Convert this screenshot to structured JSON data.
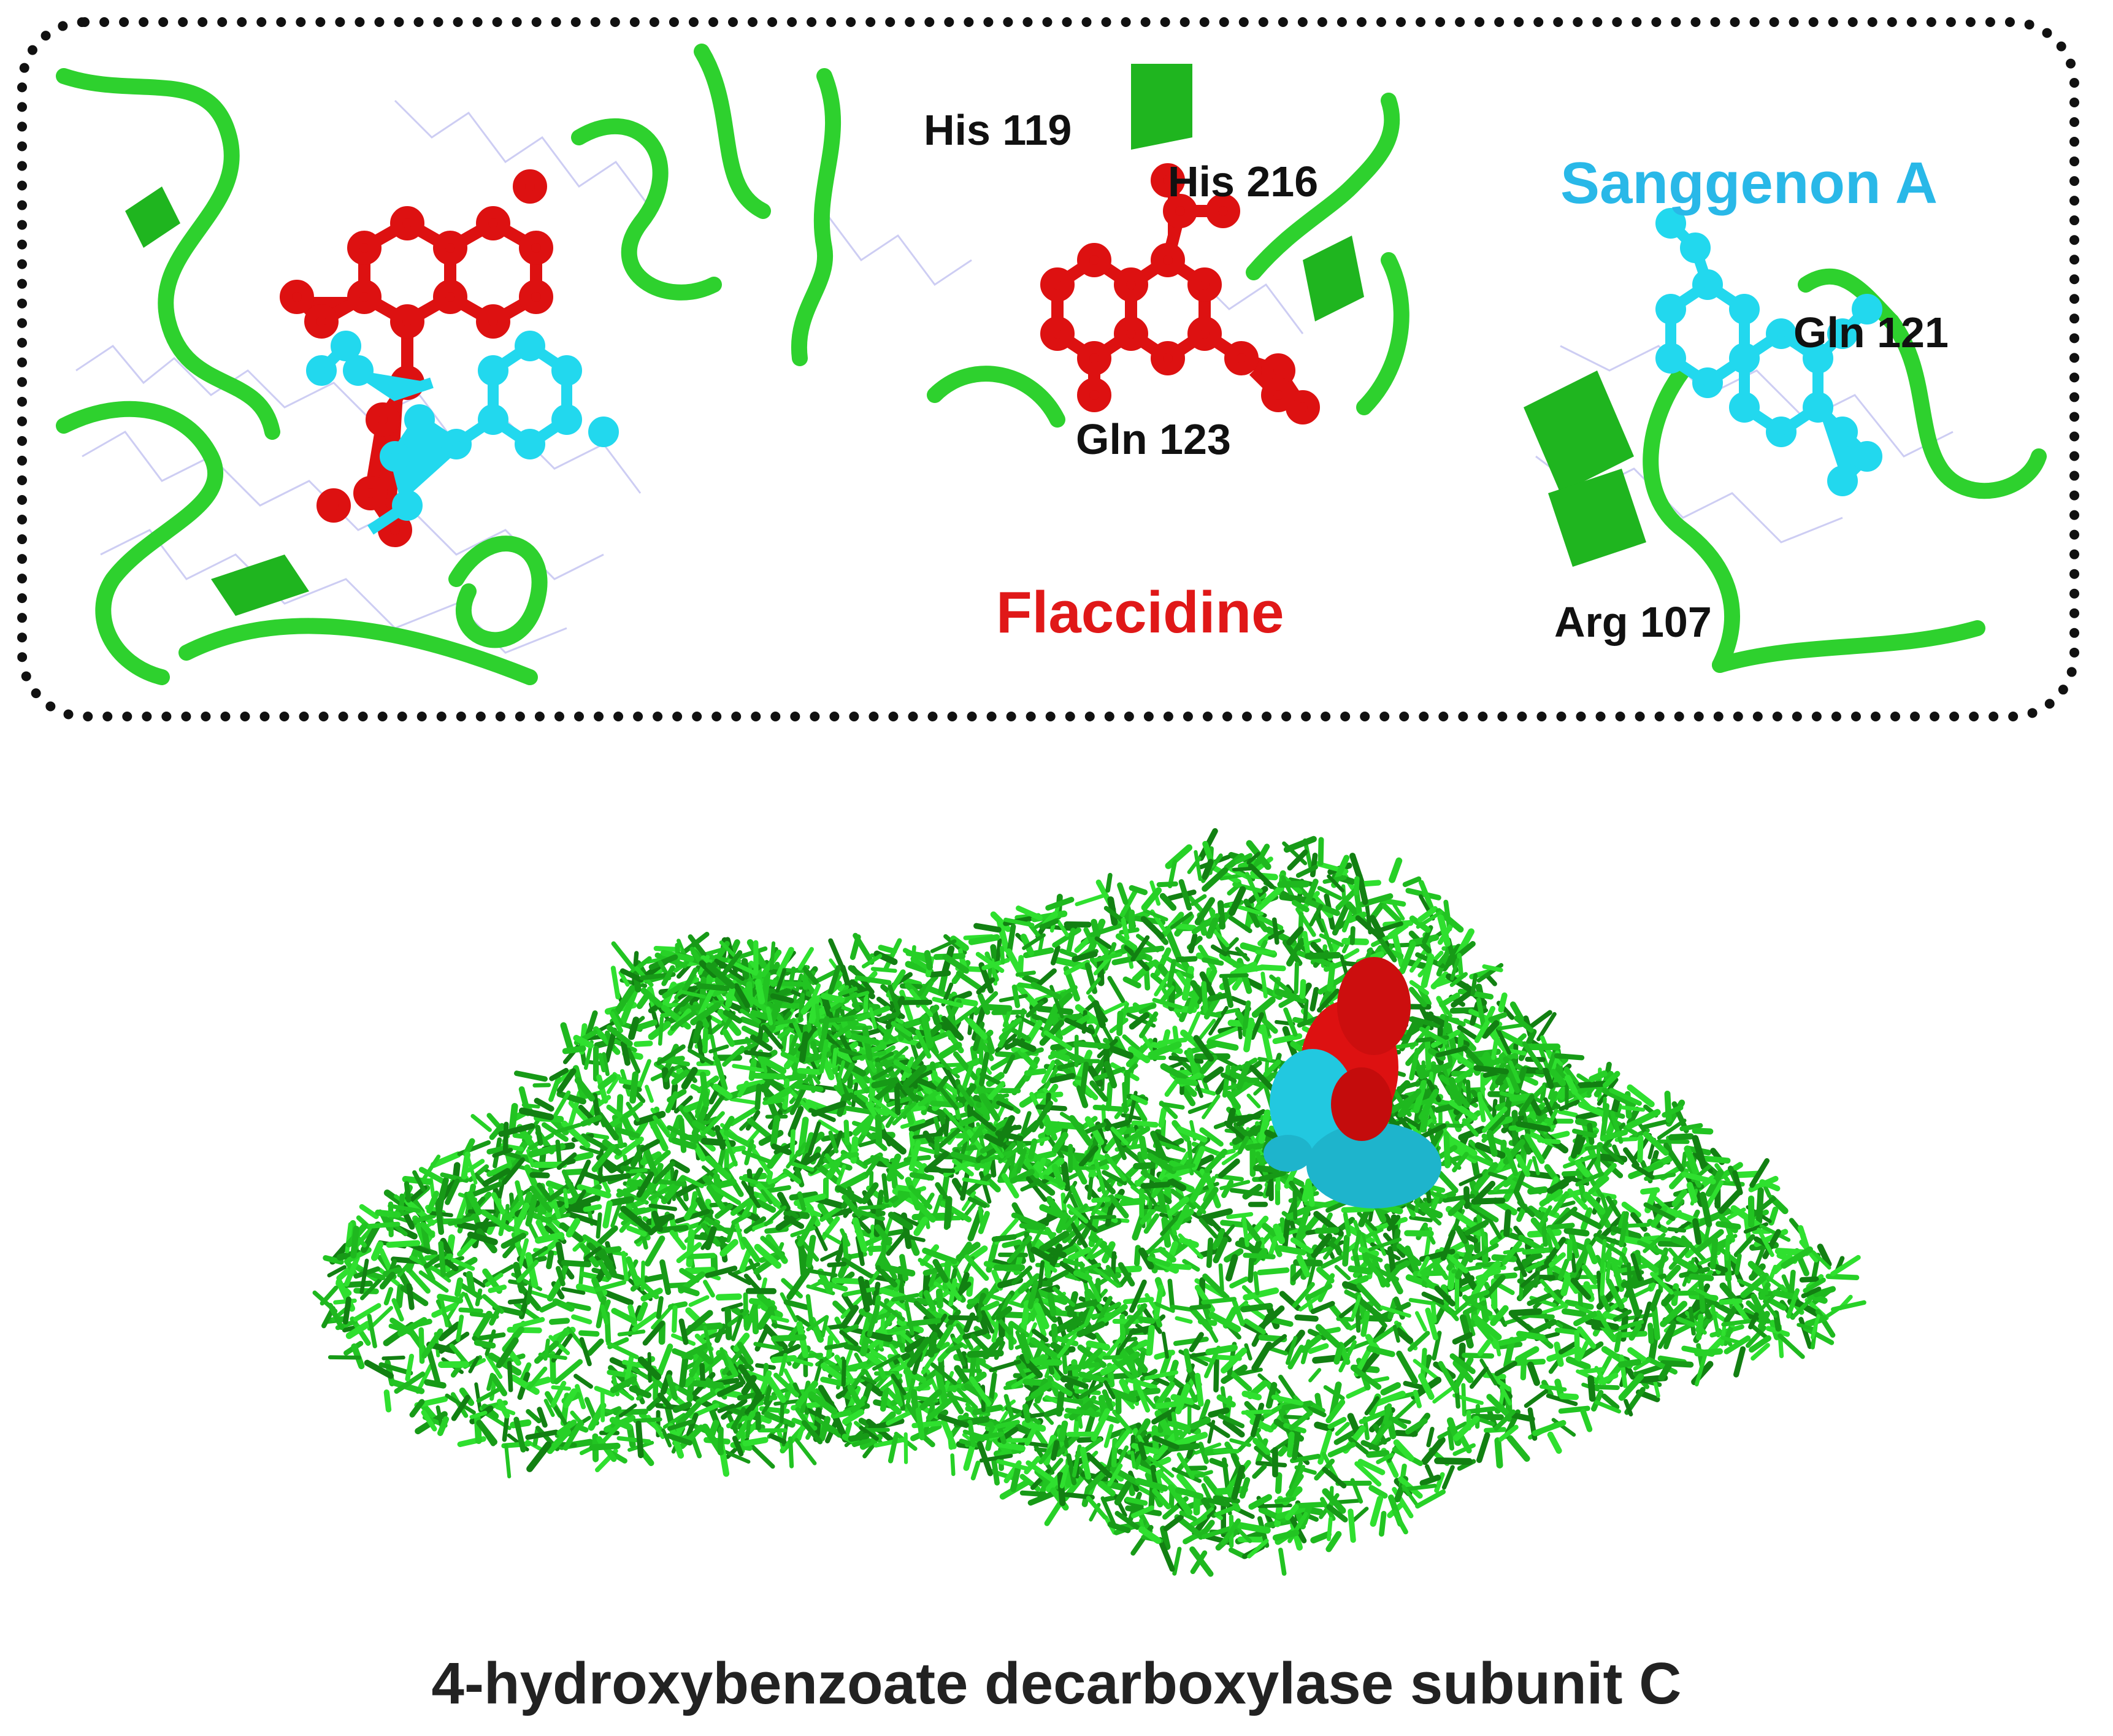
{
  "panel": {
    "residues": {
      "his119": "His 119",
      "his216": "His 216",
      "gln123": "Gln 123",
      "gln121": "Gln 121",
      "arg107": "Arg 107"
    },
    "ligands": {
      "sanggenon": "Sanggenon A",
      "flaccidine": "Flaccidine"
    }
  },
  "caption": "4-hydroxybenzoate decarboxylase subunit C",
  "colors": {
    "protein": "#22cc22",
    "flaccidine": "#dd1111",
    "sanggenon": "#22d8ee",
    "residue_label": "#111111",
    "border": "#111111"
  }
}
